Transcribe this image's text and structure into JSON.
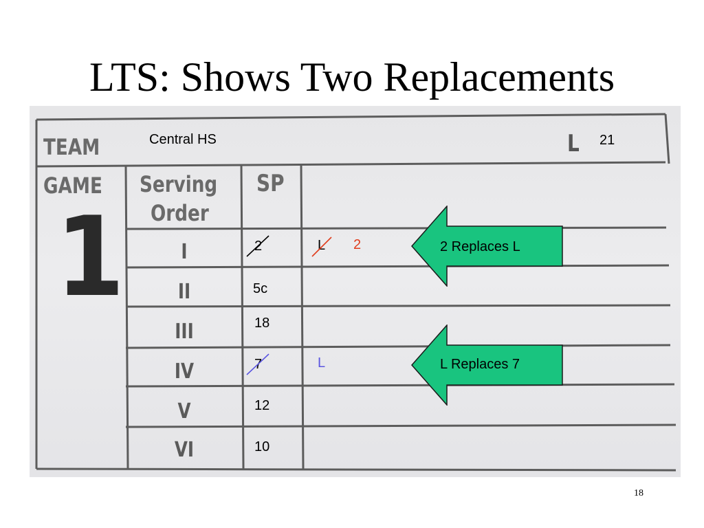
{
  "slide": {
    "title": "LTS: Shows Two Replacements",
    "page_number": "18"
  },
  "sheet": {
    "team_label": "TEAM",
    "team_value": "Central HS",
    "libero_label": "L",
    "libero_number": "21",
    "game_label": "GAME",
    "game_number": "1",
    "serving_order_label_1": "Serving",
    "serving_order_label_2": "Order",
    "sp_label": "SP",
    "rows": [
      {
        "order": "I",
        "sp": "2",
        "sp_crossed": true,
        "entry_1": "L",
        "entry_1_crossed": true,
        "entry_2": "2"
      },
      {
        "order": "II",
        "sp": "5c"
      },
      {
        "order": "III",
        "sp": "18"
      },
      {
        "order": "IV",
        "sp": "7",
        "sp_crossed": true,
        "entry_1": "L"
      },
      {
        "order": "V",
        "sp": "12"
      },
      {
        "order": "VI",
        "sp": "10"
      }
    ]
  },
  "callouts": [
    {
      "text": "2 Replaces L"
    },
    {
      "text": "L Replaces 7"
    }
  ],
  "colors": {
    "arrow_fill": "#19c47f",
    "red_annotation": "#e03c1c",
    "blue_annotation": "#5a55e0",
    "sheet_line": "#5c5c5c"
  }
}
